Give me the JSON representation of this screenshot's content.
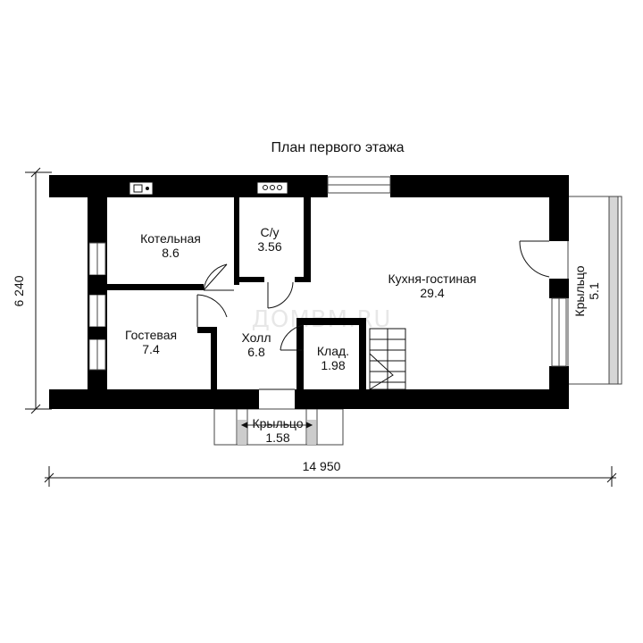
{
  "plan": {
    "title": "План первого этажа",
    "watermark": "ДОМВМ.RU",
    "dimensions": {
      "width": "14 950",
      "height": "6 240"
    },
    "rooms": [
      {
        "id": "boiler",
        "name": "Котельная",
        "area": "8.6"
      },
      {
        "id": "wc",
        "name": "С/у",
        "area": "3.56"
      },
      {
        "id": "kitchen",
        "name": "Кухня-гостиная",
        "area": "29.4"
      },
      {
        "id": "guest",
        "name": "Гостевая",
        "area": "7.4"
      },
      {
        "id": "hall",
        "name": "Холл",
        "area": "6.8"
      },
      {
        "id": "storage",
        "name": "Клад.",
        "area": "1.98"
      },
      {
        "id": "porch-front",
        "name": "Крыльцо",
        "area": "1.58"
      },
      {
        "id": "porch-side",
        "name": "Крыльцо",
        "area": "5.1"
      }
    ]
  }
}
